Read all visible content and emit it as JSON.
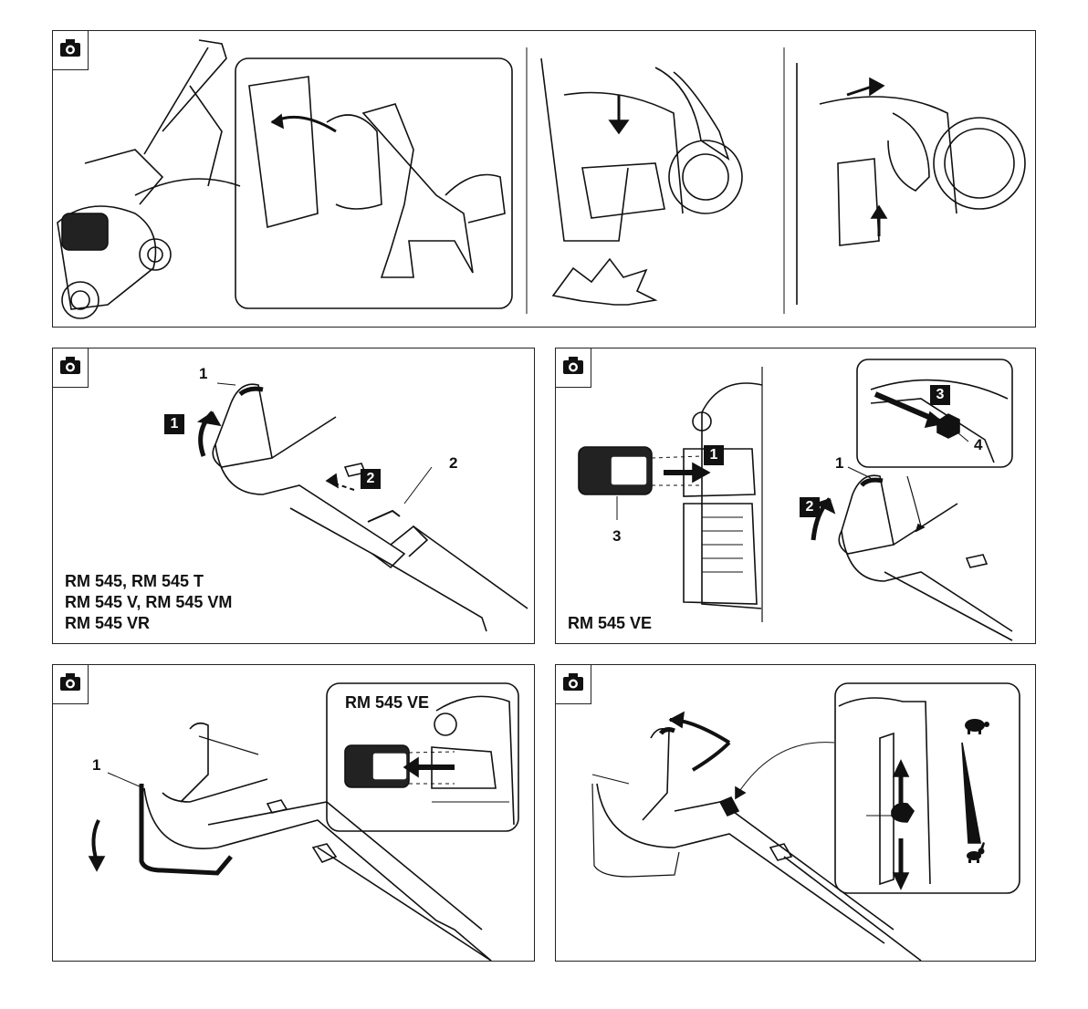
{
  "panel_b": {
    "callouts": [
      "1",
      "2"
    ],
    "steps": [
      "1",
      "2"
    ],
    "models": [
      "RM 545, RM 545 T",
      "RM 545 V, RM 545 VM",
      "RM 545 VR"
    ]
  },
  "panel_c": {
    "callouts": [
      "1",
      "3",
      "4"
    ],
    "steps": [
      "1",
      "2",
      "3"
    ],
    "model": "RM 545 VE"
  },
  "panel_d": {
    "callouts": [
      "1"
    ],
    "inset_model": "RM 545 VE"
  },
  "icons": {
    "camera": "camera-icon",
    "turtle": "turtle-icon",
    "hare": "hare-icon",
    "battery": "battery-icon"
  }
}
